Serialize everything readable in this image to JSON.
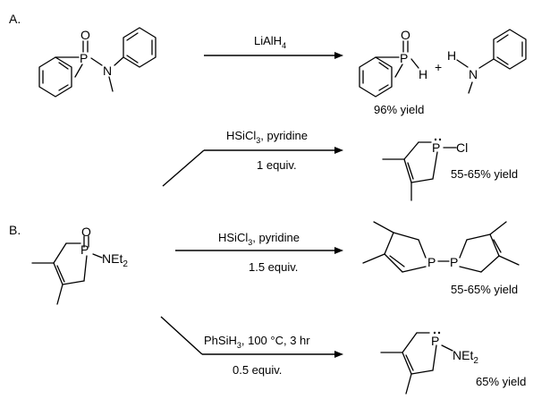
{
  "labels": {
    "part_a": "A.",
    "part_b": "B."
  },
  "atoms": {
    "P": "P",
    "O": "O",
    "N": "N",
    "H": "H",
    "Cl": "Cl",
    "NEt": "NEt",
    "sub2": "2"
  },
  "reactions": [
    {
      "reagent_main": "LiAlH",
      "reagent_sub": "4",
      "reagent_tail": "",
      "amount": "",
      "yield": "96% yield"
    },
    {
      "reagent_main": "HSiCl",
      "reagent_sub": "3",
      "reagent_tail": ", pyridine",
      "amount": "1 equiv.",
      "yield": "55-65% yield"
    },
    {
      "reagent_main": "HSiCl",
      "reagent_sub": "3",
      "reagent_tail": ", pyridine",
      "amount": "1.5 equiv.",
      "yield": "55-65% yield"
    },
    {
      "reagent_main": "PhSiH",
      "reagent_sub": "3",
      "reagent_tail": ", 100 °C, 3 hr",
      "amount": "0.5 equiv.",
      "yield": "65% yield"
    }
  ],
  "plus_sign": "+"
}
